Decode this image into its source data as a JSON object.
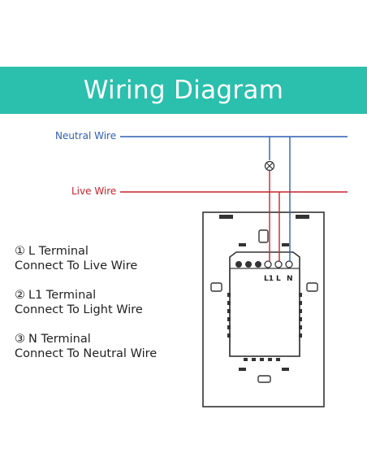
{
  "banner": {
    "title": "Wiring Diagram"
  },
  "wires": {
    "neutral_label": "Neutral Wire",
    "live_label": "Live Wire",
    "neutral_color": "#2f5fb3",
    "live_color": "#c8242b"
  },
  "terminals": {
    "l1": "L1",
    "l": "L",
    "n": "N"
  },
  "steps": [
    {
      "num": "①",
      "title": "L Terminal",
      "desc": "Connect To Live Wire"
    },
    {
      "num": "②",
      "title": "L1 Terminal",
      "desc": "Connect To Light Wire"
    },
    {
      "num": "③",
      "title": "N Terminal",
      "desc": "Connect To Neutral Wire"
    }
  ],
  "colors": {
    "banner": "#2bbfad"
  }
}
